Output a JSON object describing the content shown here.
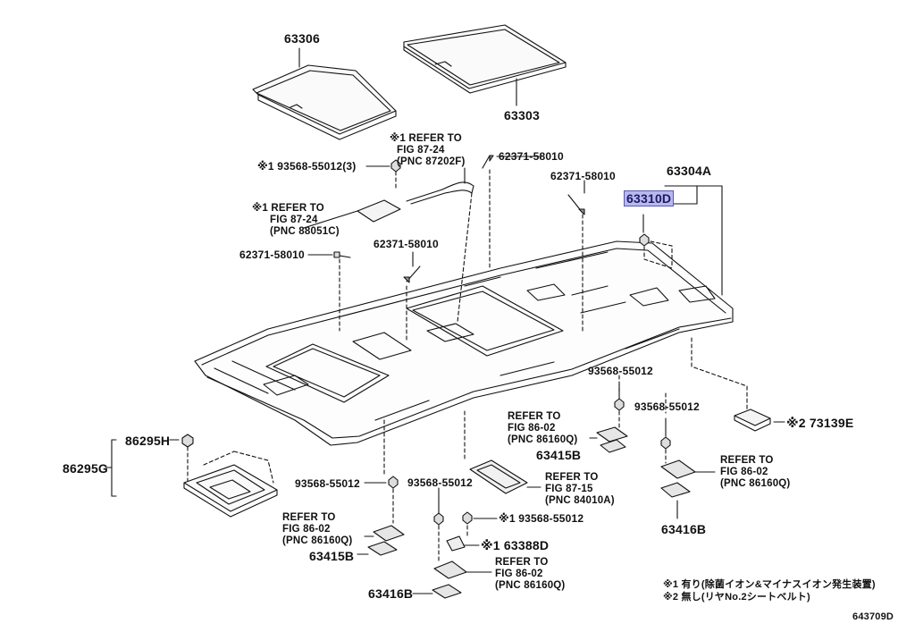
{
  "diagram_id": "643709D",
  "labels": {
    "p63306": "63306",
    "p63303": "63303",
    "p63304A": "63304A",
    "p63310D": "63310D",
    "p62371_a": "62371-58010",
    "p62371_b": "62371-58010",
    "p62371_c": "62371-58010",
    "p62371_d": "62371-58010",
    "p93568_top": "※1 93568-55012(3)",
    "p93568_r1": "93568-55012",
    "p93568_r2": "93568-55012",
    "p93568_m1": "93568-55012",
    "p93568_m2": "93568-55012",
    "p93568_x1": "※1 93568-55012",
    "p86295H": "86295H",
    "p86295G": "86295G",
    "p63415B_a": "63415B",
    "p63415B_b": "63415B",
    "p63416B_a": "63416B",
    "p63416B_b": "63416B",
    "p63388D": "※1 63388D",
    "p73139E": "※2 73139E"
  },
  "refs": {
    "r1": [
      "※1 REFER TO",
      "FIG 87-24",
      "(PNC 87202F)"
    ],
    "r2": [
      "※1 REFER TO",
      "FIG 87-24",
      "(PNC 88051C)"
    ],
    "r3": [
      "REFER TO",
      "FIG 86-02",
      "(PNC 86160Q)"
    ],
    "r4": [
      "REFER TO",
      "FIG 86-02",
      "(PNC 86160Q)"
    ],
    "r5": [
      "REFER TO",
      "FIG 87-15",
      "(PNC 84010A)"
    ],
    "r6": [
      "REFER TO",
      "FIG 86-02",
      "(PNC 86160Q)"
    ],
    "r7": [
      "REFER TO",
      "FIG 86-02",
      "(PNC 86160Q)"
    ]
  },
  "notes": {
    "n1": "※1 有り(除菌イオン&マイナスイオン発生装置)",
    "n2": "※2 無し(リヤNo.2シートベルト)"
  },
  "colors": {
    "line": "#111111",
    "highlight": "#b8b8f0"
  }
}
